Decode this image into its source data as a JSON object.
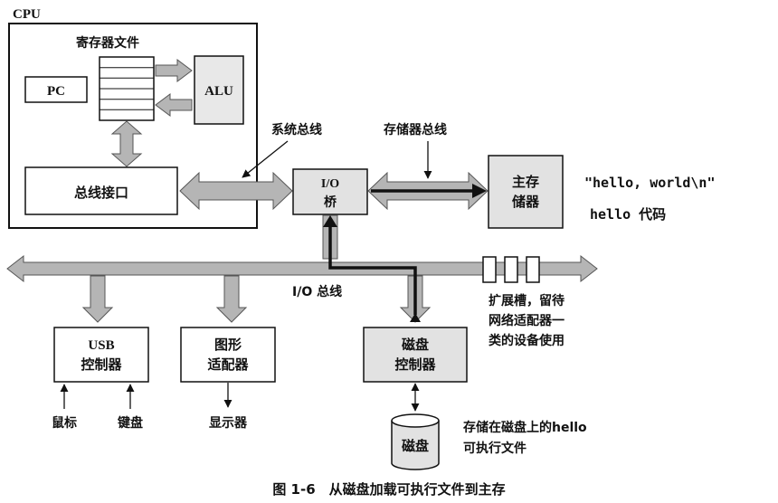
{
  "cpu": {
    "label": "CPU",
    "register_file": "寄存器文件",
    "pc": "PC",
    "alu": "ALU",
    "bus_interface": "总线接口"
  },
  "buses": {
    "system_bus": "系统总线",
    "memory_bus": "存储器总线",
    "io_bus": "I/O 总线"
  },
  "io_bridge": {
    "line1": "I/O",
    "line2": "桥"
  },
  "main_memory": {
    "line1": "主存",
    "line2": "储器"
  },
  "memory_contents": {
    "string": "\"hello, world\\n\"",
    "code": "hello 代码"
  },
  "expansion": {
    "line1": "扩展槽，留待",
    "line2": "网络适配器一",
    "line3": "类的设备使用"
  },
  "usb": {
    "line1": "USB",
    "line2": "控制器",
    "mouse": "鼠标",
    "keyboard": "键盘"
  },
  "graphics": {
    "line1": "图形",
    "line2": "适配器",
    "display": "显示器"
  },
  "disk_ctrl": {
    "line1": "磁盘",
    "line2": "控制器"
  },
  "disk": {
    "label": "磁盘",
    "note1": "存储在磁盘上的hello",
    "note2": "可执行文件"
  },
  "caption": "图 1-6　从磁盘加载可执行文件到主存",
  "colors": {
    "bus_fill": "#b5b5b5",
    "box_fill": "#e2e2e2",
    "path": "#111111"
  }
}
